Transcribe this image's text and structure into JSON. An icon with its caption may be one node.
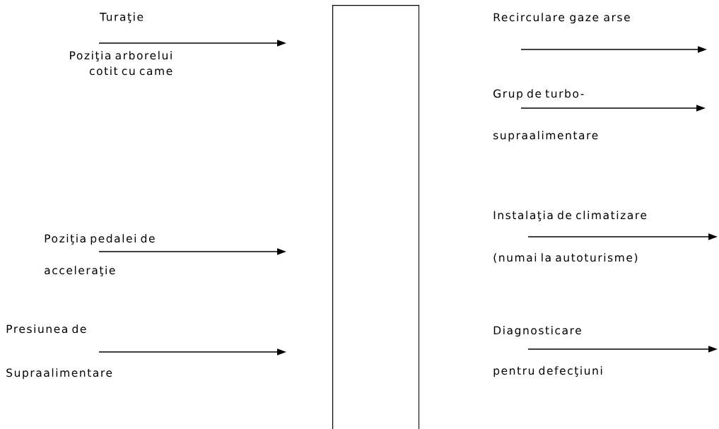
{
  "diagram": {
    "nodes": [
      {
        "text": [],
        "shape": "box"
      },
      {
        "text": [
          "Turaţie"
        ]
      },
      {
        "text": [
          "Poziţia arborelui cotit cu came"
        ]
      },
      {
        "text": [
          "Poziţia pedalei de acceleraţie"
        ]
      },
      {
        "text": [
          "Presiunea de Supraalimentare"
        ]
      },
      {
        "text": [
          "Recirculare gaze arse"
        ]
      },
      {
        "text": [
          "Grup de turbo- supraalimentare"
        ]
      },
      {
        "text": [
          "Instalaţia de climatizare (numai la autoturisme)"
        ]
      },
      {
        "text": [
          "Diagnosticare pentru defecţiuni"
        ]
      }
    ]
  }
}
